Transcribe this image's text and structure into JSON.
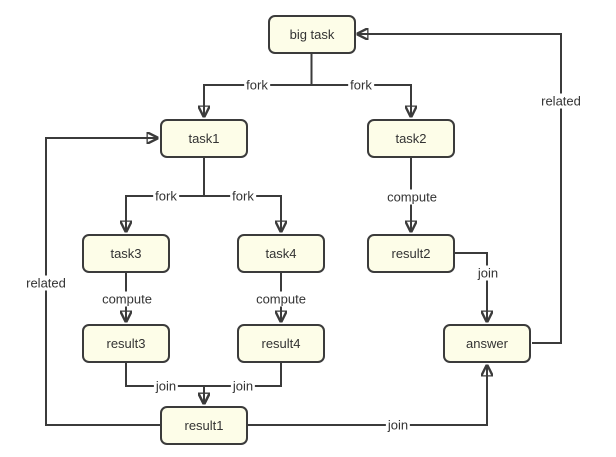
{
  "diagram": {
    "type": "flowchart",
    "nodes": [
      {
        "id": "big-task",
        "label": "big task"
      },
      {
        "id": "task1",
        "label": "task1"
      },
      {
        "id": "task2",
        "label": "task2"
      },
      {
        "id": "task3",
        "label": "task3"
      },
      {
        "id": "task4",
        "label": "task4"
      },
      {
        "id": "result2",
        "label": "result2"
      },
      {
        "id": "result3",
        "label": "result3"
      },
      {
        "id": "result4",
        "label": "result4"
      },
      {
        "id": "answer",
        "label": "answer"
      },
      {
        "id": "result1",
        "label": "result1"
      }
    ],
    "edges": [
      {
        "from": "big task",
        "to": "task1",
        "label": "fork"
      },
      {
        "from": "big task",
        "to": "task2",
        "label": "fork"
      },
      {
        "from": "task1",
        "to": "task3",
        "label": "fork"
      },
      {
        "from": "task1",
        "to": "task4",
        "label": "fork"
      },
      {
        "from": "task2",
        "to": "result2",
        "label": "compute"
      },
      {
        "from": "task3",
        "to": "result3",
        "label": "compute"
      },
      {
        "from": "task4",
        "to": "result4",
        "label": "compute"
      },
      {
        "from": "result3",
        "to": "result1",
        "label": "join"
      },
      {
        "from": "result4",
        "to": "result1",
        "label": "join"
      },
      {
        "from": "result2",
        "to": "answer",
        "label": "join"
      },
      {
        "from": "result1",
        "to": "answer",
        "label": "join"
      },
      {
        "from": "result1",
        "to": "task1",
        "label": "related"
      },
      {
        "from": "answer",
        "to": "big task",
        "label": "related"
      }
    ],
    "colors": {
      "node_fill": "#fdfde8",
      "node_border": "#3b3b3b",
      "edge": "#3b3b3b",
      "text": "#333333",
      "background": "#ffffff"
    }
  }
}
